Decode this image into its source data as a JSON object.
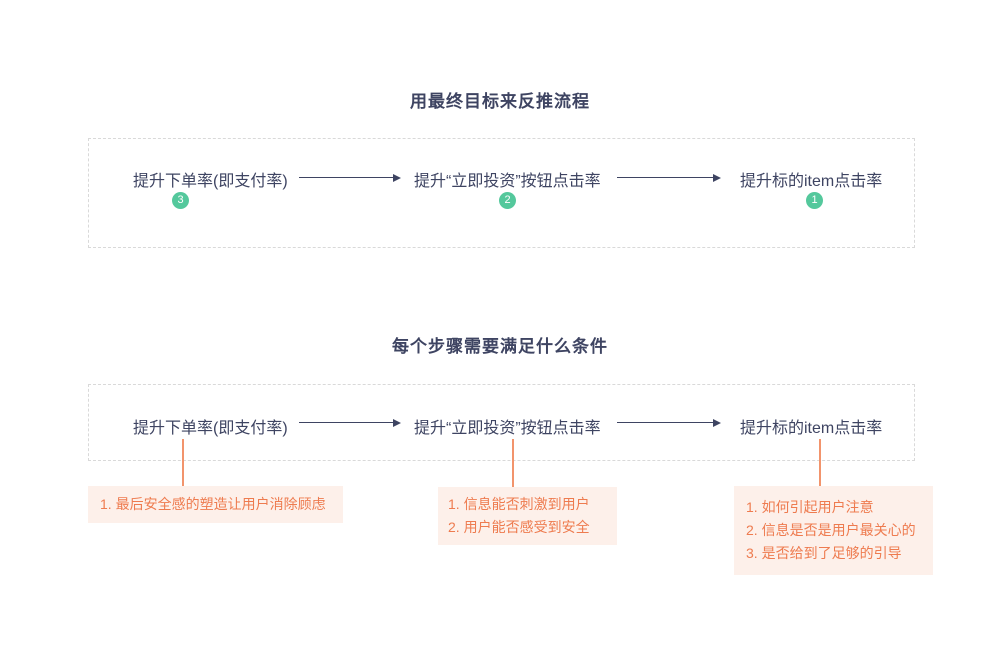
{
  "colors": {
    "text_navy": "#3e4462",
    "badge_green": "#54c89c",
    "note_orange_text": "#ee7b4f",
    "note_bg_peach": "#fdf0ea",
    "connector_orange": "#f2946c",
    "dashed_border_gray": "#d9d9d9"
  },
  "section1": {
    "title": "用最终目标来反推流程",
    "steps": [
      {
        "label": "提升下单率(即支付率)",
        "badge": "3"
      },
      {
        "label": "提升“立即投资”按钮点击率",
        "badge": "2"
      },
      {
        "label": "提升标的item点击率",
        "badge": "1"
      }
    ]
  },
  "section2": {
    "title": "每个步骤需要满足什么条件",
    "steps": [
      {
        "label": "提升下单率(即支付率)",
        "notes": [
          "1. 最后安全感的塑造让用户消除顾虑"
        ]
      },
      {
        "label": "提升“立即投资”按钮点击率",
        "notes": [
          "1. 信息能否刺激到用户",
          "2. 用户能否感受到安全"
        ]
      },
      {
        "label": "提升标的item点击率",
        "notes": [
          "1. 如何引起用户注意",
          "2. 信息是否是用户最关心的",
          "3. 是否给到了足够的引导"
        ]
      }
    ]
  }
}
